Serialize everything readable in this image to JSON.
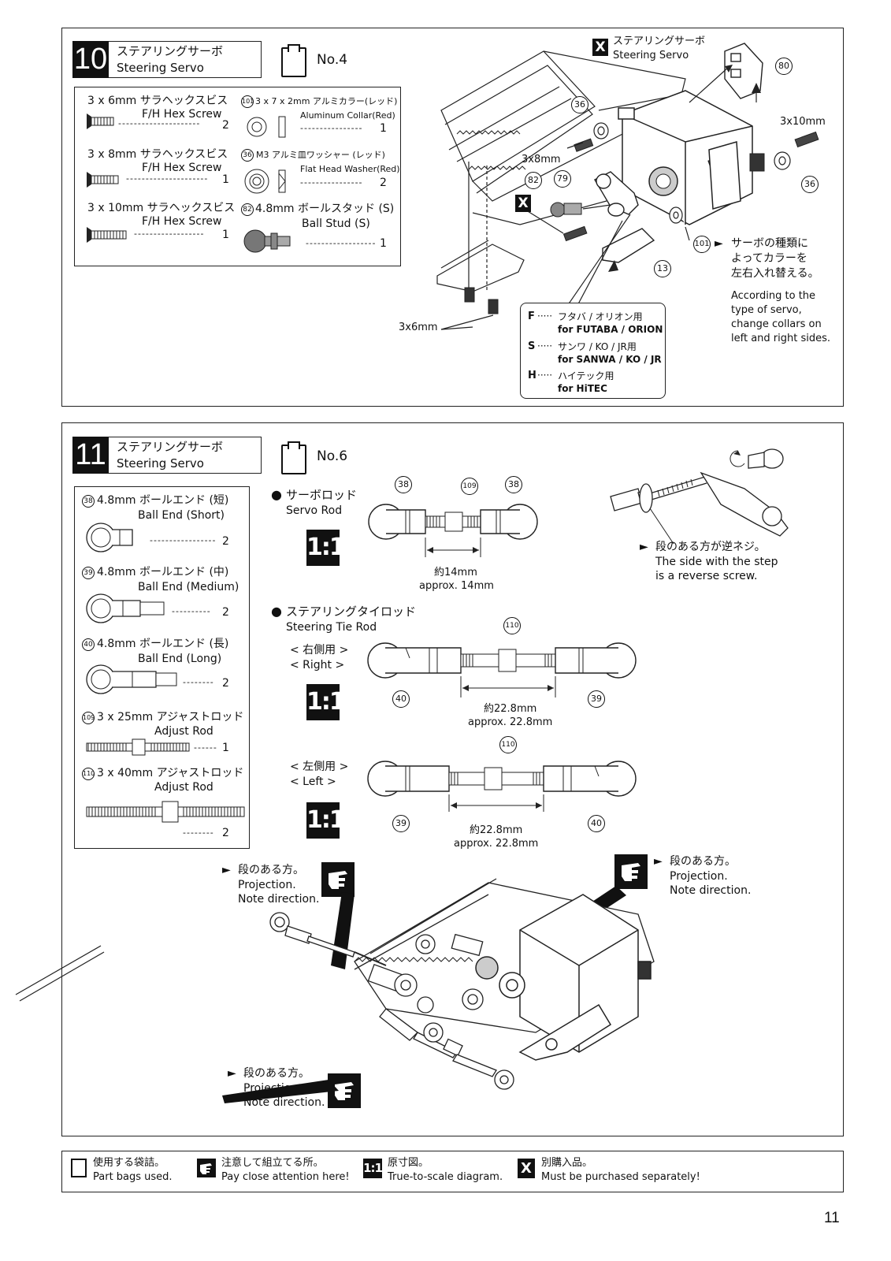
{
  "step10": {
    "number": "10",
    "title_jp": "ステアリングサーボ",
    "title_en": "Steering Servo",
    "bag": "No.4",
    "parts": [
      {
        "jp": "3 x 6mm サラヘックスビス",
        "en": "F/H Hex Screw",
        "qty": "2"
      },
      {
        "jp": "3 x 8mm サラヘックスビス",
        "en": "F/H Hex Screw",
        "qty": "1"
      },
      {
        "jp": "3 x 10mm サラヘックスビス",
        "en": "F/H Hex Screw",
        "qty": "1"
      },
      {
        "num": "101",
        "jp": "3 x 7 x 2mm アルミカラー(レッド)",
        "en": "Aluminum Collar(Red)",
        "qty": "1"
      },
      {
        "num": "36",
        "jp": "M3 アルミ皿ワッシャー (レッド)",
        "en": "Flat Head Washer(Red)",
        "qty": "2"
      },
      {
        "num": "82",
        "jp": "4.8mm ボールスタッド (S)",
        "en": "Ball Stud (S)",
        "qty": "1"
      }
    ],
    "diagram": {
      "x_label_jp": "ステアリングサーボ",
      "x_label_en": "Steering Servo",
      "x": "X",
      "callouts": [
        "80",
        "36",
        "36",
        "82",
        "79",
        "101",
        "13"
      ],
      "screw_3x10": "3x10mm",
      "screw_3x8": "3x8mm",
      "screw_3x6": "3x6mm",
      "note_jp": [
        "サーボの種類に",
        "よってカラーを",
        "左右入れ替える。"
      ],
      "note_en": [
        "According to the",
        "type of servo,",
        "change collars on",
        "left and right sides."
      ],
      "horn_types": [
        {
          "code": "F",
          "jp": "フタバ / オリオン用",
          "en": "for FUTABA / ORION"
        },
        {
          "code": "S",
          "jp": "サンワ / KO / JR用",
          "en": "for SANWA / KO / JR"
        },
        {
          "code": "H",
          "jp": "ハイテック用",
          "en": "for HiTEC"
        }
      ]
    }
  },
  "step11": {
    "number": "11",
    "title_jp": "ステアリングサーボ",
    "title_en": "Steering Servo",
    "bag": "No.6",
    "parts": [
      {
        "num": "38",
        "jp": "4.8mm ボールエンド (短)",
        "en": "Ball End (Short)",
        "qty": "2"
      },
      {
        "num": "39",
        "jp": "4.8mm ボールエンド (中)",
        "en": "Ball End (Medium)",
        "qty": "2"
      },
      {
        "num": "40",
        "jp": "4.8mm ボールエンド (長)",
        "en": "Ball End (Long)",
        "qty": "2"
      },
      {
        "num": "109",
        "jp": "3 x 25mm アジャストロッド",
        "en": "Adjust Rod",
        "qty": "1"
      },
      {
        "num": "110",
        "jp": "3 x 40mm アジャストロッド",
        "en": "Adjust Rod",
        "qty": "2"
      }
    ],
    "servo_rod_jp": "サーボロッド",
    "servo_rod_en": "Servo Rod",
    "servo_rod_len_jp": "約14mm",
    "servo_rod_len_en": "approx. 14mm",
    "tie_rod_jp": "ステアリングタイロッド",
    "tie_rod_en": "Steering Tie Rod",
    "right_jp": "< 右側用 >",
    "right_en": "< Right >",
    "left_jp": "< 左側用 >",
    "left_en": "< Left >",
    "tie_len_jp": "約22.8mm",
    "tie_len_en": "approx. 22.8mm",
    "scale": "1:1",
    "reverse_jp": "段のある方が逆ネジ。",
    "reverse_en1": "The side with the step",
    "reverse_en2": "is a reverse screw.",
    "proj_jp": "段のある方。",
    "proj_en1": "Projection.",
    "proj_en2": "Note direction.",
    "callouts": [
      "38",
      "109",
      "38",
      "110",
      "40",
      "39",
      "110",
      "39",
      "40"
    ]
  },
  "legend": [
    {
      "jp": "使用する袋詰。",
      "en": "Part bags used."
    },
    {
      "jp": "注意して組立てる所。",
      "en": "Pay close attention here!"
    },
    {
      "jp": "原寸図。",
      "en": "True-to-scale diagram."
    },
    {
      "jp": "別購入品。",
      "en": "Must be purchased separately!"
    }
  ],
  "page_number": "11"
}
